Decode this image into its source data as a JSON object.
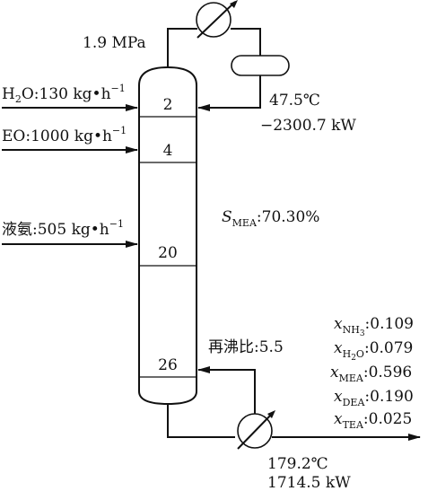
{
  "top_pressure": "1.9 MPa",
  "feeds": {
    "water": {
      "name": "H2O",
      "formula_main": "H",
      "formula_sub": "2",
      "formula_tail": "O",
      "rate": "130 kg•h",
      "exp": "−1"
    },
    "eo": {
      "name": "EO",
      "rate": "1000 kg•h",
      "exp": "−1"
    },
    "ammonia": {
      "name": "液氨",
      "rate": "505 kg•h",
      "exp": "−1"
    }
  },
  "stages": {
    "s1": "2",
    "s2": "4",
    "s3": "20",
    "s4": "26"
  },
  "condenser": {
    "temperature": "47.5℃",
    "duty": "−2300.7 kW"
  },
  "selectivity": {
    "symbol": "S",
    "sub": "MEA",
    "value": "70.30%"
  },
  "reboiler": {
    "ratio_label": "再沸比",
    "ratio_value": "5.5",
    "temperature": "179.2℃",
    "duty": "1714.5 kW"
  },
  "composition": [
    {
      "symbol": "x",
      "sub": "NH",
      "subsub": "3",
      "value": "0.109"
    },
    {
      "symbol": "x",
      "sub": "H",
      "subsub": "2",
      "subtail": "O",
      "value": "0.079"
    },
    {
      "symbol": "x",
      "sub": "MEA",
      "value": "0.596"
    },
    {
      "symbol": "x",
      "sub": "DEA",
      "value": "0.190"
    },
    {
      "symbol": "x",
      "sub": "TEA",
      "value": "0.025"
    }
  ]
}
